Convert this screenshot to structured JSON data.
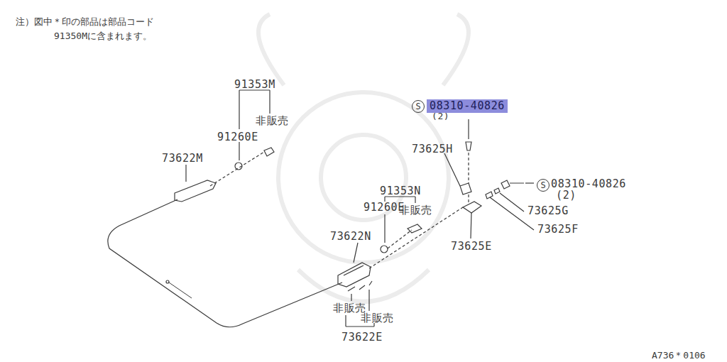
{
  "diagram": {
    "nodes": [
      {
        "text": [
          "S"
        ]
      },
      {
        "text": [
          "08310-40826"
        ]
      },
      {
        "text": [
          "S"
        ]
      }
    ],
    "labels": [
      "注）図中＊印の部品は部品コード",
      "91350Mに含まれます。",
      "91353M",
      "非販売",
      "91260E",
      "73622M",
      "(2)",
      "73625H",
      "91353N",
      "08310-40826",
      "(2)",
      "91260E",
      "非販売",
      "73625G",
      "73625F",
      "73625E",
      "73622N",
      "非販売",
      "非販売",
      "73622E",
      "A736＊0106"
    ]
  }
}
